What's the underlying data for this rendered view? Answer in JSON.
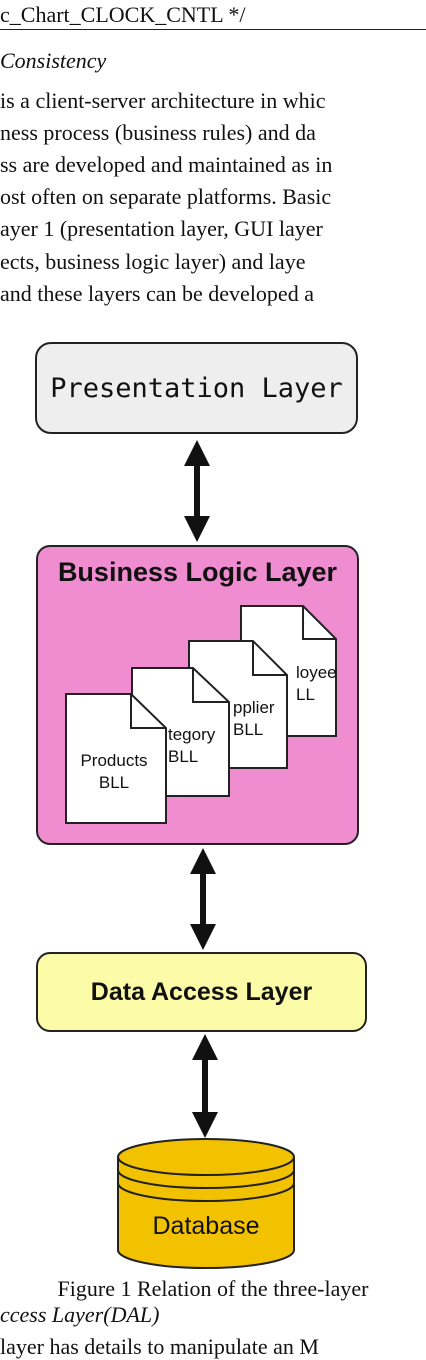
{
  "text_lines_top": {
    "header": "c_Chart_CLOCK_CNTL */",
    "section_title": "Consistency",
    "p1": " is a client-server architecture in whic",
    "p2": "ness process (business rules) and da",
    "p3": "ss are developed and maintained as in",
    "p4": "ost often on separate platforms. Basic",
    "p5": "ayer 1 (presentation layer, GUI layer",
    "p6": "ects, business logic layer) and laye",
    "p7": " and these layers can be developed a"
  },
  "diagram": {
    "presentation_layer": "Presentation Layer",
    "business_logic_layer": "Business Logic Layer",
    "docs": [
      {
        "line1": "Products",
        "line2": "BLL"
      },
      {
        "line1": "tegory",
        "line2": "BLL"
      },
      {
        "line1": "pplier",
        "line2": "BLL"
      },
      {
        "line1": "loyee",
        "line2": "LL"
      }
    ],
    "data_access_layer": "Data Access Layer",
    "database": "Database",
    "colors": {
      "presentation_fill": "#eeeeee",
      "bll_fill": "#f08cd0",
      "dal_fill": "#fbfba8",
      "db_fill": "#f2c200"
    }
  },
  "caption": "Figure 1 Relation of the three-layer",
  "text_lines_bottom": {
    "subsection": "ccess Layer(DAL)",
    "p8": "layer has details to manipulate an M"
  }
}
